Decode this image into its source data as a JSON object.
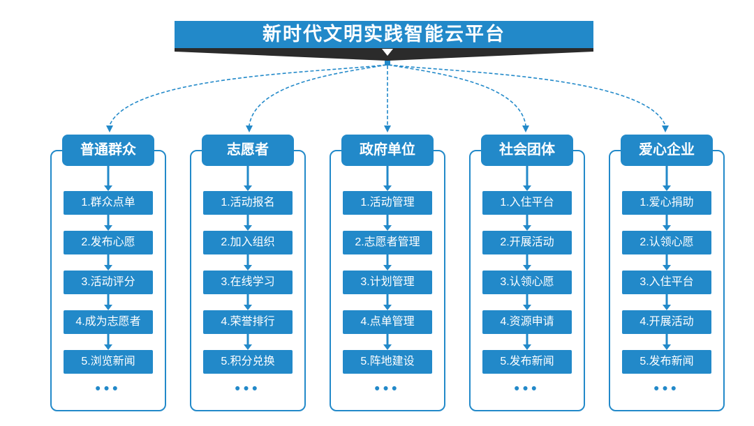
{
  "banner": {
    "title": "新时代文明实践智能云平台"
  },
  "colors": {
    "primary": "#2289C9",
    "ribbon": "#2B2B2B",
    "text_on_blue": "#FFFFFF",
    "background": "#FFFFFF"
  },
  "columns": [
    {
      "header": "普通群众",
      "items": [
        "1.群众点单",
        "2.发布心愿",
        "3.活动评分",
        "4.成为志愿者",
        "5.浏览新闻"
      ],
      "more": "•••"
    },
    {
      "header": "志愿者",
      "items": [
        "1.活动报名",
        "2.加入组织",
        "3.在线学习",
        "4.荣誉排行",
        "5.积分兑换"
      ],
      "more": "•••"
    },
    {
      "header": "政府单位",
      "items": [
        "1.活动管理",
        "2.志愿者管理",
        "3.计划管理",
        "4.点单管理",
        "5.阵地建设"
      ],
      "more": "•••"
    },
    {
      "header": "社会团体",
      "items": [
        "1.入住平台",
        "2.开展活动",
        "3.认领心愿",
        "4.资源申请",
        "5.发布新闻"
      ],
      "more": "•••"
    },
    {
      "header": "爱心企业",
      "items": [
        "1.爱心捐助",
        "2.认领心愿",
        "3.入住平台",
        "4.开展活动",
        "5.发布新闻"
      ],
      "more": "•••"
    }
  ]
}
